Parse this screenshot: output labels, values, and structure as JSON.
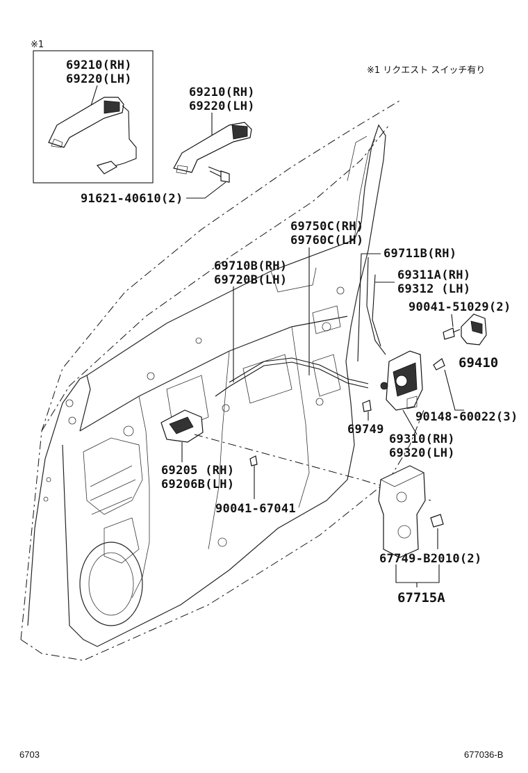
{
  "note": {
    "marker_box": "※1",
    "legend": "※1 リクエスト スイッチ有り"
  },
  "labels": {
    "handle_box_rh": "69210(RH)",
    "handle_box_lh": "69220(LH)",
    "handle_rh": "69210(RH)",
    "handle_lh": "69220(LH)",
    "screw_handle": "91621-40610(2)",
    "cable_c_rh": "69750C(RH)",
    "cable_c_lh": "69760C(LH)",
    "rod_b_rh": "69711B(RH)",
    "rod_a_rh": "69311A(RH)",
    "rod_lh": "69312 (LH)",
    "cable_b_rh": "69710B(RH)",
    "cable_b_lh": "69720B(LH)",
    "screw_striker": "90041-51029(2)",
    "striker": "69410",
    "clip": "69749",
    "screw_lock": "90148-60022(3)",
    "lock_rh": "69310(RH)",
    "lock_lh": "69320(LH)",
    "inside_handle_rh": "69205 (RH)",
    "inside_handle_lh": "69206B(LH)",
    "screw_inside": "90041-67041",
    "clip_pad": "67749-B2010(2)",
    "pad": "67715A"
  },
  "footer": {
    "left": "6703",
    "right": "677036-B"
  }
}
